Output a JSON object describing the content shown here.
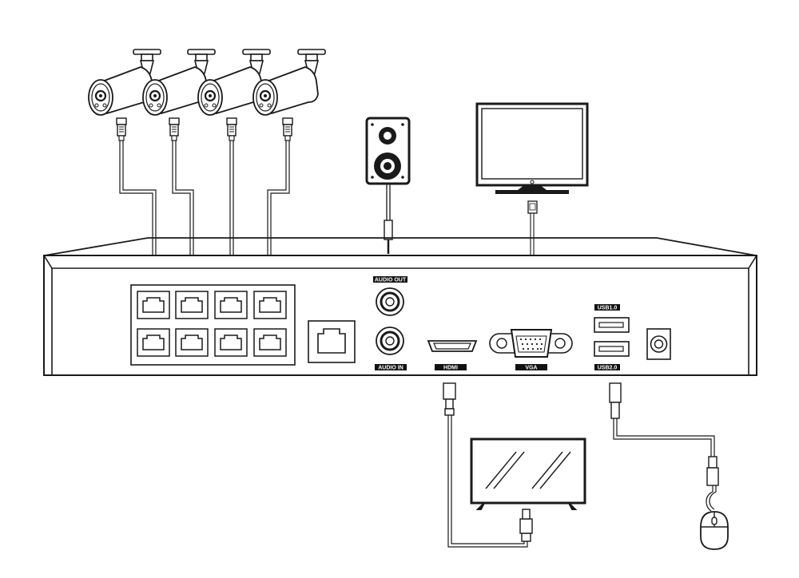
{
  "labels": {
    "audio_out": "AUDIO OUT",
    "audio_in": "AUDIO IN",
    "hdmi": "HDMI",
    "vga": "VGA",
    "usb1": "USB1.0",
    "usb2": "USB2.0"
  },
  "colors": {
    "line": "#1a1a1a",
    "label_bg": "#111111",
    "label_text": "#ffffff",
    "background": "#ffffff"
  },
  "devices": {
    "cameras": 4,
    "poe_ports": 8
  }
}
